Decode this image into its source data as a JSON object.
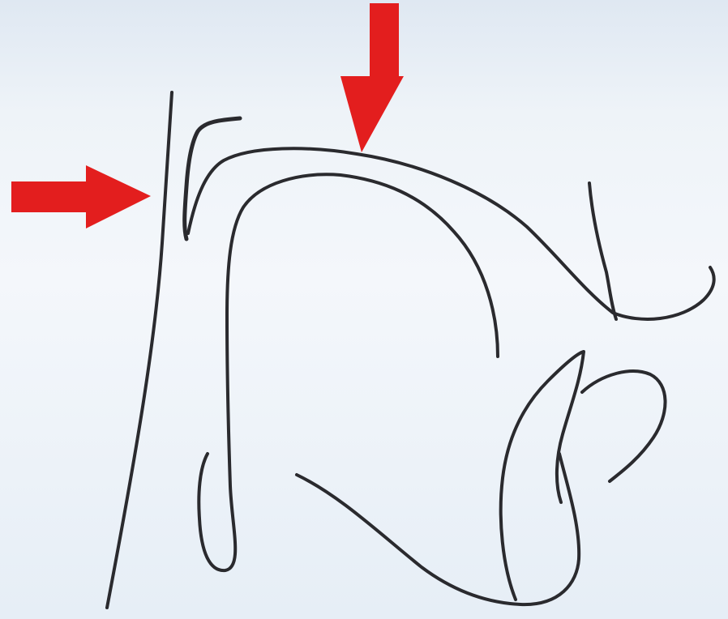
{
  "diagram": {
    "line_color": "#2a2a2e",
    "arrow_color": "#e31e1e",
    "arrows": [
      {
        "id": "posterior-pharyngeal-wall",
        "direction": "right"
      },
      {
        "id": "velum-top",
        "direction": "down"
      }
    ]
  }
}
